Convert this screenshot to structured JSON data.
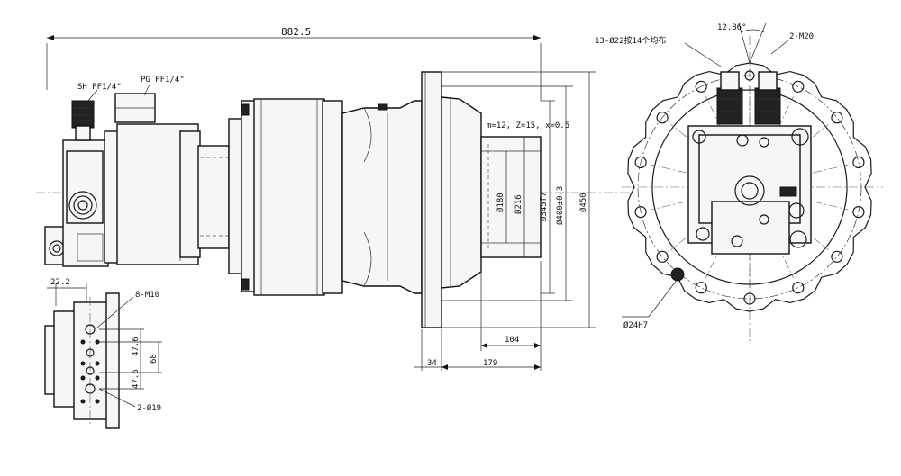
{
  "labels": {
    "overall_length": "882.5",
    "port_sh": "SH PF1/4\"",
    "port_pg": "PG PF1/4\"",
    "gear_spec": "m=12, Z=15, x=0.5",
    "dia_180": "Ø180",
    "dia_216": "Ø216",
    "dia_345": "Ø345f7",
    "dia_400": "Ø400±0.3",
    "dia_450": "Ø450",
    "dim_104": "104",
    "dim_34": "34",
    "dim_179": "179",
    "dim_22_2": "22.2",
    "m10_holes": "8-M10",
    "dim_47_6_top": "47.6",
    "dim_68": "68",
    "dim_47_6_bottom": "47.6",
    "dia_19_holes": "2-Ø19",
    "bolt_holes": "13-Ø22按14个均布",
    "angle": "12.86°",
    "m20_holes": "2-M20",
    "dia_24": "Ø24H7"
  }
}
